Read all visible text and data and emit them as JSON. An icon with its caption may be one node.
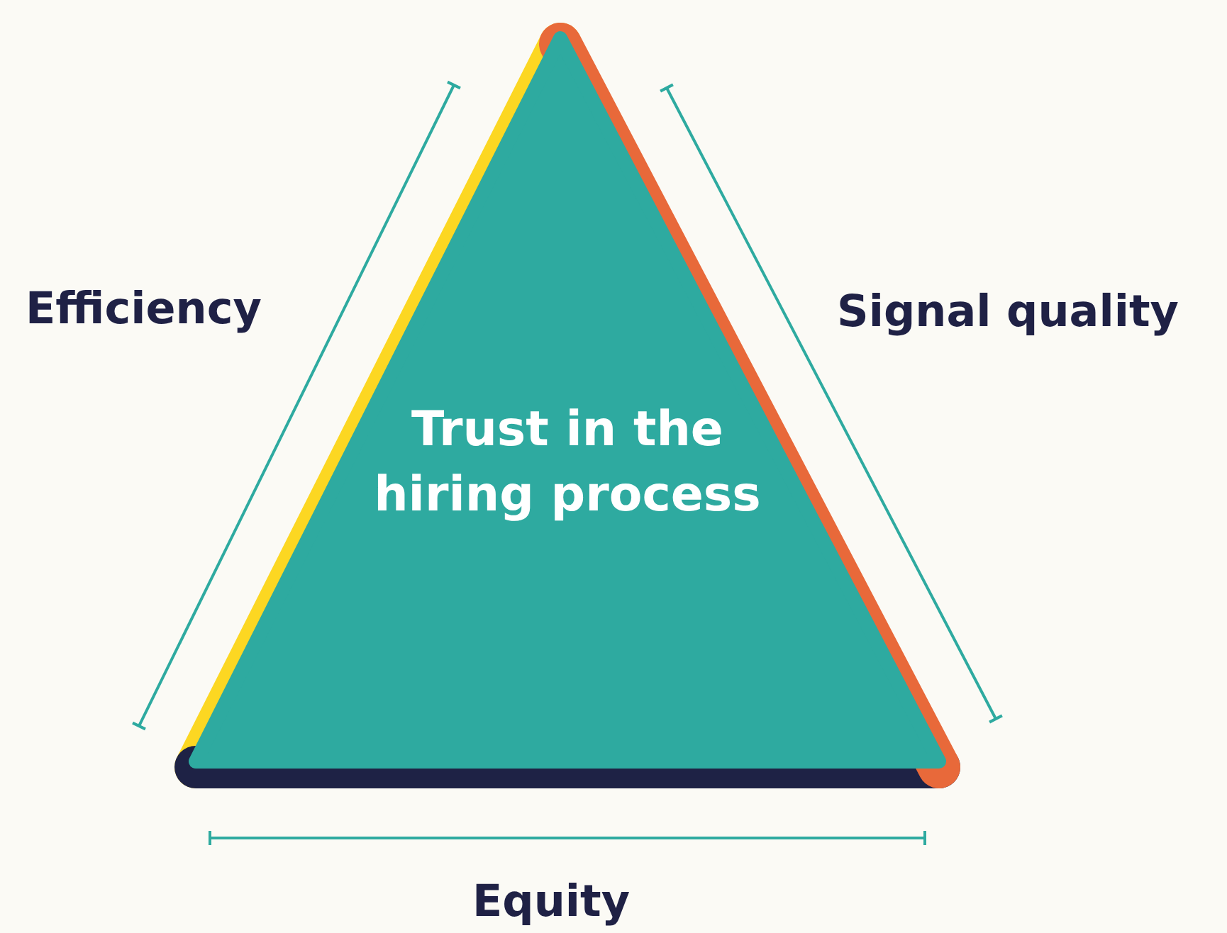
{
  "diagram": {
    "nodes": [
      {
        "text": [
          "Trust in the hiring process"
        ]
      }
    ],
    "edges": [],
    "labels": [
      "Efficiency",
      "Signal quality",
      "Equity"
    ]
  }
}
